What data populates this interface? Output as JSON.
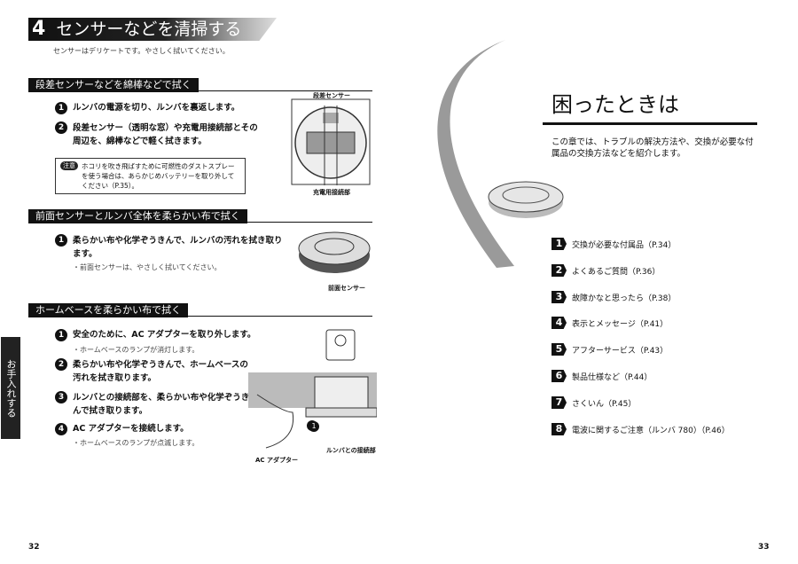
{
  "left_page": {
    "chapter_number": "4",
    "chapter_title": "センサーなどを清掃する",
    "intro": "センサーはデリケートです。やさしく拭いてください。",
    "sections": [
      {
        "title": "段差センサーなどを綿棒などで拭く",
        "steps": [
          {
            "n": "1",
            "text": "ルンバの電源を切り、ルンバを裏返します。"
          },
          {
            "n": "2",
            "text": "段差センサー（透明な窓）や充電用接続部とその周辺を、綿棒などで軽く拭きます。"
          }
        ],
        "caution_badge": "注意",
        "caution": "ホコリを吹き飛ばすために可燃性のダストスプレーを使う場合は、あらかじめバッテリーを取り外してください（P.35）。",
        "labels": [
          "段差センサー",
          "充電用接続部"
        ]
      },
      {
        "title": "前面センサーとルンバ全体を柔らかい布で拭く",
        "steps": [
          {
            "n": "1",
            "text": "柔らかい布や化学ぞうきんで、ルンバの汚れを拭き取ります。",
            "note": "・前面センサーは、やさしく拭いてください。"
          }
        ],
        "labels": [
          "前面センサー"
        ]
      },
      {
        "title": "ホームベースを柔らかい布で拭く",
        "steps": [
          {
            "n": "1",
            "text": "安全のために、AC アダプターを取り外します。",
            "note": "・ホームベースのランプが消灯します。"
          },
          {
            "n": "2",
            "text": "柔らかい布や化学ぞうきんで、ホームベースの汚れを拭き取ります。"
          },
          {
            "n": "3",
            "text": "ルンバとの接続部を、柔らかい布や化学ぞうきんで拭き取ります。"
          },
          {
            "n": "4",
            "text": "AC アダプターを接続します。",
            "note": "・ホームベースのランプが点滅します。"
          }
        ],
        "labels": [
          "ルンバとの接続部",
          "AC アダプター"
        ],
        "callout": "1"
      }
    ],
    "side_tab": "お手入れする",
    "page_number": "32"
  },
  "right_page": {
    "title": "困ったときは",
    "intro": "この章では、トラブルの解決方法や、交換が必要な付属品の交換方法などを紹介します。",
    "toc": [
      {
        "n": "1",
        "text": "交換が必要な付属品（P.34）"
      },
      {
        "n": "2",
        "text": "よくあるご質問（P.36）"
      },
      {
        "n": "3",
        "text": "故障かなと思ったら（P.38）"
      },
      {
        "n": "4",
        "text": "表示とメッセージ（P.41）"
      },
      {
        "n": "5",
        "text": "アフターサービス（P.43）"
      },
      {
        "n": "6",
        "text": "製品仕様など（P.44）"
      },
      {
        "n": "7",
        "text": "さくいん（P.45）"
      },
      {
        "n": "8",
        "text": "電波に関するご注意（ルンバ 780）（P.46）"
      }
    ],
    "page_number": "33"
  }
}
